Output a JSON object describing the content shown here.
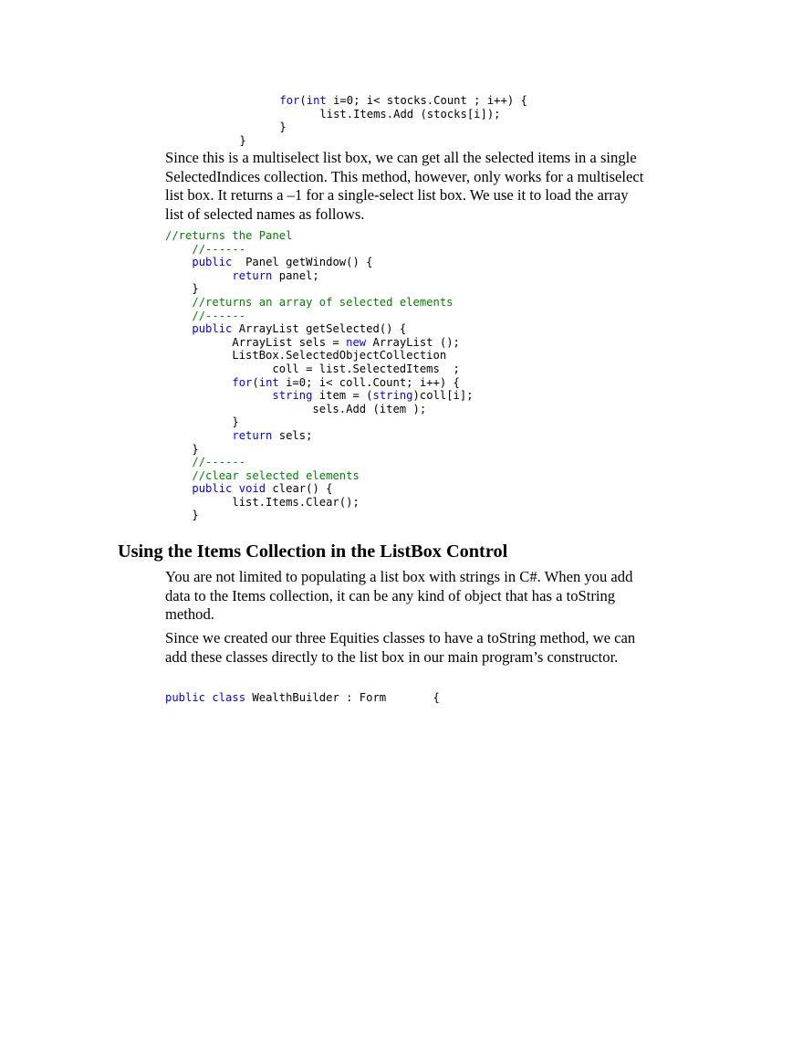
{
  "colors": {
    "keyword": "#0000ff",
    "comment": "#008000",
    "text": "#000000"
  },
  "code_block_1": [
    [
      {
        "t": "          "
      },
      {
        "t": "for",
        "c": "kw"
      },
      {
        "t": "("
      },
      {
        "t": "int",
        "c": "kw"
      },
      {
        "t": " i=0; i< stocks.Count ; i++) {"
      }
    ],
    [
      {
        "t": "                list.Items.Add (stocks[i]);"
      }
    ],
    [
      {
        "t": "          }"
      }
    ],
    [
      {
        "t": "    }"
      }
    ]
  ],
  "paragraph_1": "Since this is a multiselect list box, we can get all the selected items in a single SelectedIndices collection. This method, however, only works for a multiselect list box. It returns a –1 for a single-select list box. We use it to load the array list of selected names as follows.",
  "code_block_2": [
    [
      {
        "t": "//returns the Panel",
        "c": "cm"
      }
    ],
    [
      {
        "t": "    "
      },
      {
        "t": "//------",
        "c": "cm"
      }
    ],
    [
      {
        "t": "    "
      },
      {
        "t": "public",
        "c": "kw"
      },
      {
        "t": "  Panel getWindow() {"
      }
    ],
    [
      {
        "t": "          "
      },
      {
        "t": "return",
        "c": "kw"
      },
      {
        "t": " panel;"
      }
    ],
    [
      {
        "t": "    }"
      }
    ],
    [
      {
        "t": "    "
      },
      {
        "t": "//returns an array of selected elements",
        "c": "cm"
      }
    ],
    [
      {
        "t": "    "
      },
      {
        "t": "//------",
        "c": "cm"
      }
    ],
    [
      {
        "t": "    "
      },
      {
        "t": "public",
        "c": "kw"
      },
      {
        "t": " ArrayList getSelected() {"
      }
    ],
    [
      {
        "t": "          ArrayList sels = "
      },
      {
        "t": "new",
        "c": "kw"
      },
      {
        "t": " ArrayList ();"
      }
    ],
    [
      {
        "t": "          ListBox.SelectedObjectCollection"
      }
    ],
    [
      {
        "t": "                coll = list.SelectedItems  ;"
      }
    ],
    [
      {
        "t": "          "
      },
      {
        "t": "for",
        "c": "kw"
      },
      {
        "t": "("
      },
      {
        "t": "int",
        "c": "kw"
      },
      {
        "t": " i=0; i< coll.Count; i++) {"
      }
    ],
    [
      {
        "t": "                "
      },
      {
        "t": "string",
        "c": "kw"
      },
      {
        "t": " item = ("
      },
      {
        "t": "string",
        "c": "kw"
      },
      {
        "t": ")coll[i];"
      }
    ],
    [
      {
        "t": "                      sels.Add (item );"
      }
    ],
    [
      {
        "t": "          }"
      }
    ],
    [
      {
        "t": "          "
      },
      {
        "t": "return",
        "c": "kw"
      },
      {
        "t": " sels;"
      }
    ],
    [
      {
        "t": "    }"
      }
    ],
    [
      {
        "t": "    "
      },
      {
        "t": "//------",
        "c": "cm"
      }
    ],
    [
      {
        "t": "    "
      },
      {
        "t": "//clear selected elements",
        "c": "cm"
      }
    ],
    [
      {
        "t": "    "
      },
      {
        "t": "public",
        "c": "kw"
      },
      {
        "t": " "
      },
      {
        "t": "void",
        "c": "kw"
      },
      {
        "t": " clear() {"
      }
    ],
    [
      {
        "t": "          list.Items.Clear();"
      }
    ],
    [
      {
        "t": "    }"
      }
    ]
  ],
  "heading": "Using the Items Collection in the ListBox Control",
  "paragraph_2": "You are not limited to populating a list box with strings in C#. When you add data to the Items collection, it can be any kind of object that has a toString method.",
  "paragraph_3": "Since we created our three Equities classes to have a toString method, we can add these classes directly to the list box in our main program’s constructor.",
  "code_block_3": [
    [
      {
        "t": "public",
        "c": "kw"
      },
      {
        "t": " "
      },
      {
        "t": "class",
        "c": "kw"
      },
      {
        "t": " WealthBuilder : Form       {"
      }
    ]
  ]
}
